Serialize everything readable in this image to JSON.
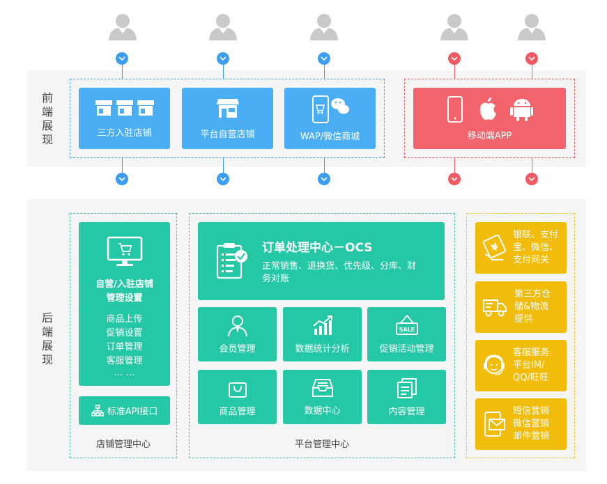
{
  "frontend": {
    "section_label": [
      "前",
      "端",
      "展",
      "现"
    ],
    "cards": [
      {
        "label": "三方入驻店铺",
        "icon": "three-stores-icon"
      },
      {
        "label": "平台自营店铺",
        "icon": "store-icon"
      },
      {
        "label": "WAP/微信商城",
        "icon": "phone-wechat-icon"
      }
    ],
    "mobile_card": {
      "label": "移动端APP",
      "icon": "phone-apple-android-icon"
    }
  },
  "backend": {
    "section_label": [
      "后",
      "端",
      "展",
      "现"
    ],
    "store_center": {
      "title": "店铺管理中心",
      "main_title": [
        "自营/入驻店铺",
        "管理设置"
      ],
      "items": [
        "商品上传",
        "促销设置",
        "订单管理",
        "客服管理",
        "… …"
      ],
      "api_label": "标准API接口"
    },
    "platform_center": {
      "title": "平台管理中心",
      "ocs_title": "订单处理中心－OCS",
      "ocs_desc": [
        "正常销售、退换货、优先级、分库、财",
        "务对账"
      ],
      "modules": [
        {
          "label": "会员管理",
          "icon": "member-icon"
        },
        {
          "label": "数据统计分析",
          "icon": "stats-chart-icon"
        },
        {
          "label": "促销活动管理",
          "icon": "sale-sign-icon"
        },
        {
          "label": "商品管理",
          "icon": "shopping-bag-icon"
        },
        {
          "label": "数据中心",
          "icon": "database-tray-icon"
        },
        {
          "label": "内容管理",
          "icon": "content-docs-icon"
        }
      ]
    },
    "services": [
      {
        "lines": [
          "银联、支付",
          "宝、微信、",
          "支付网关"
        ],
        "icon": "payment-icon"
      },
      {
        "lines": [
          "第三方仓",
          "储&物流",
          "提供"
        ],
        "icon": "delivery-truck-icon"
      },
      {
        "lines": [
          "客服服务",
          "平台IM/",
          "QQ/旺旺"
        ],
        "icon": "customer-service-icon"
      },
      {
        "lines": [
          "短信营销",
          "微信营销",
          "邮件营销"
        ],
        "icon": "sms-mail-icon"
      }
    ]
  },
  "colors": {
    "blue": "#4aaef5",
    "red": "#f2636c",
    "green": "#25c8a6",
    "yellow": "#f2bc0b",
    "band": "#f5f5f5"
  }
}
